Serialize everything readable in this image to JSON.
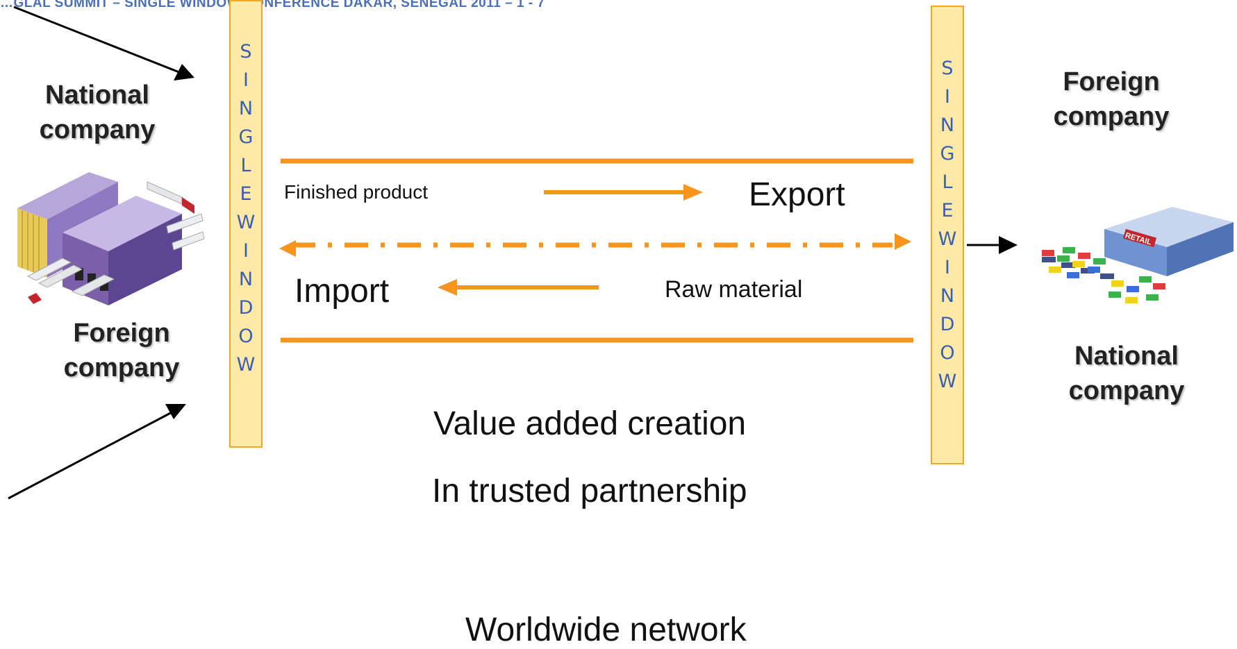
{
  "header": {
    "text": "…GLAL SUMMIT – SINGLE WINDOW CONFERENCE  DAKAR, SENEGAL 2011 – 1 - 7"
  },
  "left_window": {
    "letters": [
      "S",
      "I",
      "N",
      "G",
      "L",
      "E",
      "W",
      "I",
      "N",
      "D",
      "O",
      "W"
    ]
  },
  "right_window": {
    "letters": [
      "S",
      "I",
      "N",
      "G",
      "L",
      "E",
      "W",
      "I",
      "N",
      "D",
      "O",
      "W"
    ]
  },
  "left_side": {
    "top_label": "National\ncompany",
    "bottom_label": "Foreign\ncompany"
  },
  "right_side": {
    "top_label": "Foreign\ncompany",
    "bottom_label": "National\ncompany",
    "retail_sign": "RETAIL"
  },
  "flows": {
    "finished_product": "Finished product",
    "export": "Export",
    "import": "Import",
    "raw_material": "Raw material"
  },
  "captions": {
    "line1": "Value added creation",
    "line2": "In trusted partnership",
    "line3": "Worldwide network"
  },
  "colors": {
    "accent_orange": "#f7941d",
    "window_fill": "#ffe9a6",
    "window_text": "#3b5fb0",
    "warehouse_purple": "#7b5fa8"
  }
}
